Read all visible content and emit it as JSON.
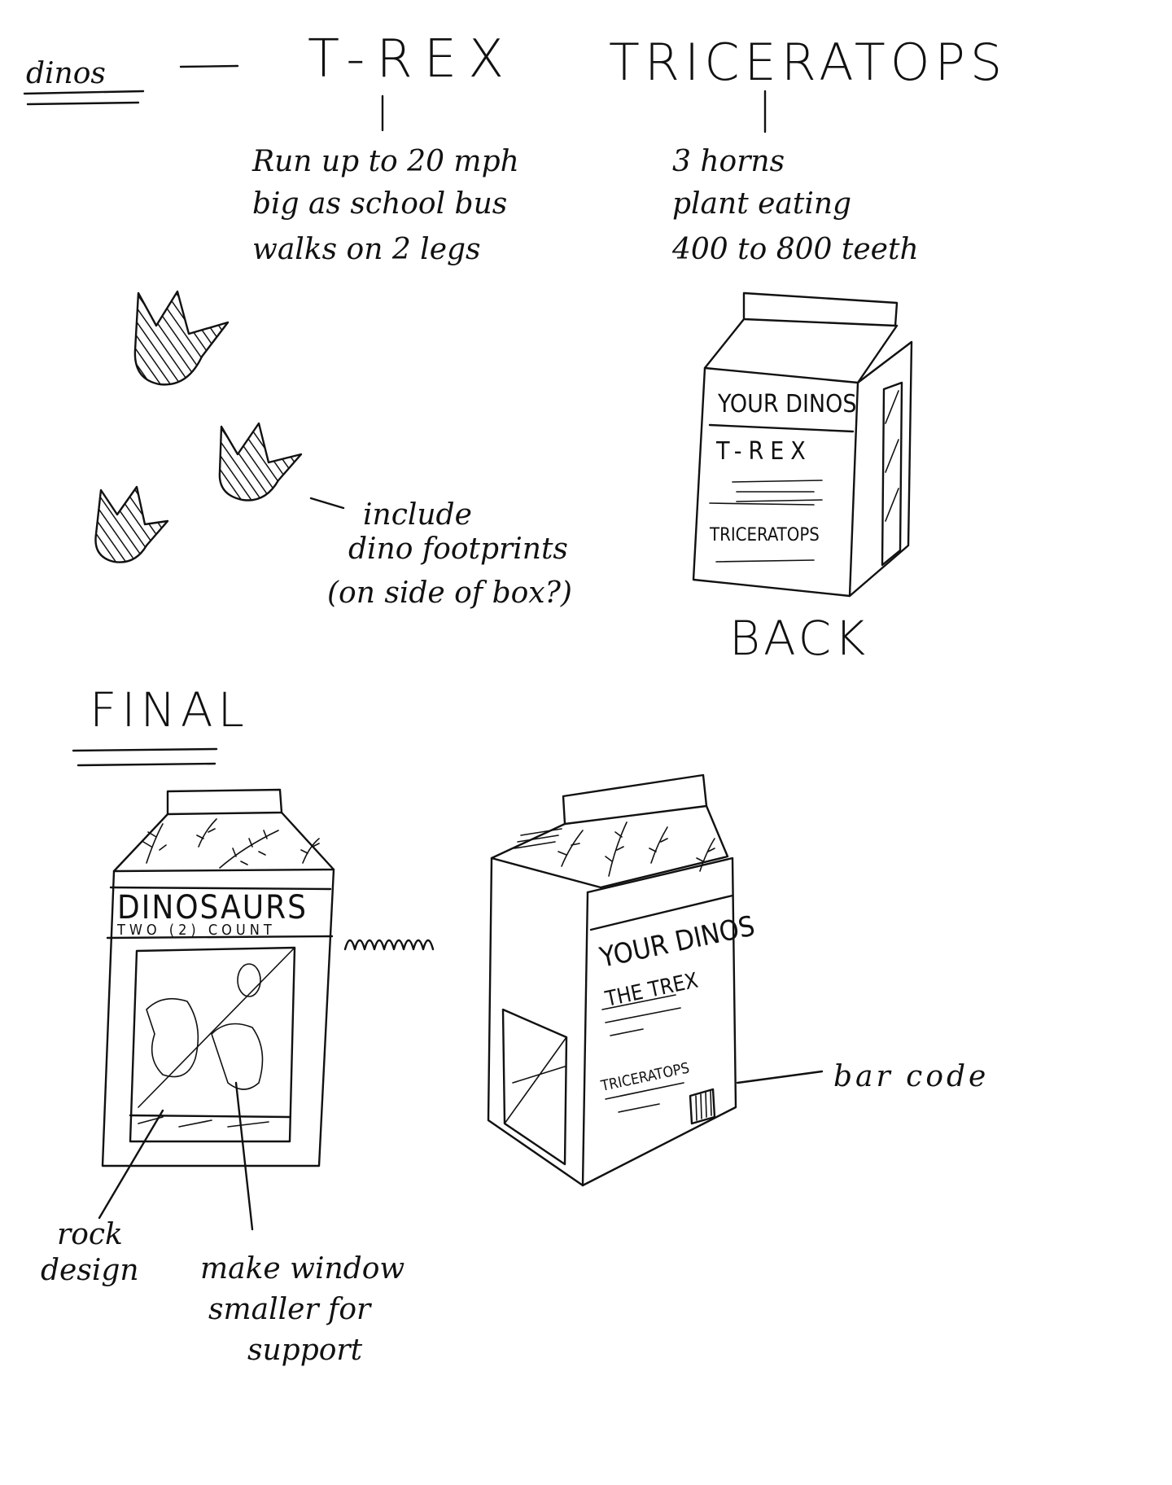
{
  "page": {
    "heading": "dinos",
    "trex": {
      "name": "T-REX",
      "facts": [
        "Run up to 20 mph",
        "big as school bus",
        "walks on 2 legs"
      ]
    },
    "triceratops": {
      "name": "TRICERATOPS",
      "facts": [
        "3 horns",
        "plant eating",
        "400 to 800 teeth"
      ]
    },
    "footprints_note": [
      "include",
      "dino footprints",
      "(on side of box?)"
    ],
    "back_box": {
      "title": "YOUR DINOS",
      "item1": "T-REX",
      "item2": "TRICERATOPS",
      "caption": "BACK"
    },
    "final_heading": "FINAL",
    "front_box": {
      "title": "DINOSAURS",
      "subtitle": "TWO (2) COUNT"
    },
    "angled_box": {
      "title": "YOUR DINOS",
      "item1": "THE TREX",
      "item2": "TRICERATOPS"
    },
    "annotations": {
      "bar_code": "bar code",
      "rock_design": [
        "rock",
        "design"
      ],
      "window_note": [
        "make window",
        "smaller for",
        "support"
      ]
    }
  }
}
